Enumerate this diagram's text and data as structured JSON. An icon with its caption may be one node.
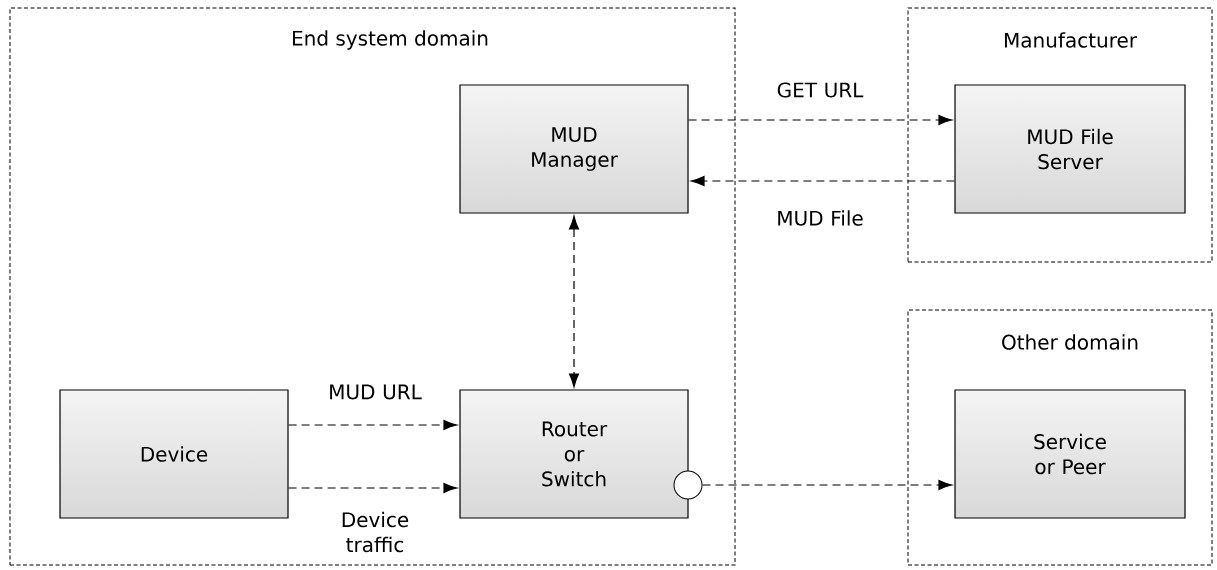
{
  "diagram": {
    "nodes": [
      {
        "text": [
          "End system domain"
        ]
      },
      {
        "text": [
          "MUD Manager"
        ],
        "in": 0
      },
      {
        "text": [
          "Manufacturer"
        ]
      },
      {
        "text": [
          "MUD File Server"
        ],
        "in": 2
      },
      {
        "text": [
          "Device"
        ],
        "in": 0
      },
      {
        "text": [
          "Router or Switch"
        ],
        "in": 0
      },
      {
        "text": [],
        "shape": "circle",
        "in": 0
      },
      {
        "text": [
          "Other domain"
        ]
      },
      {
        "text": [
          "Service or Peer"
        ],
        "in": 7
      }
    ],
    "edges": [
      {
        "from": 1,
        "to": 3,
        "arrow": "to",
        "label": "GET URL",
        "style": "dashed"
      },
      {
        "from": 3,
        "to": 1,
        "arrow": "to",
        "label": "MUD File",
        "style": "dashed"
      },
      {
        "from": 1,
        "to": 5,
        "arrow": "both",
        "style": "dashed"
      },
      {
        "from": 4,
        "to": 5,
        "arrow": "to",
        "label": "MUD URL",
        "style": "dashed"
      },
      {
        "from": 4,
        "to": 5,
        "arrow": "to",
        "label": "Device traffic",
        "style": "dashed"
      },
      {
        "from": 6,
        "to": 8,
        "arrow": "to",
        "style": "dashed"
      }
    ]
  }
}
